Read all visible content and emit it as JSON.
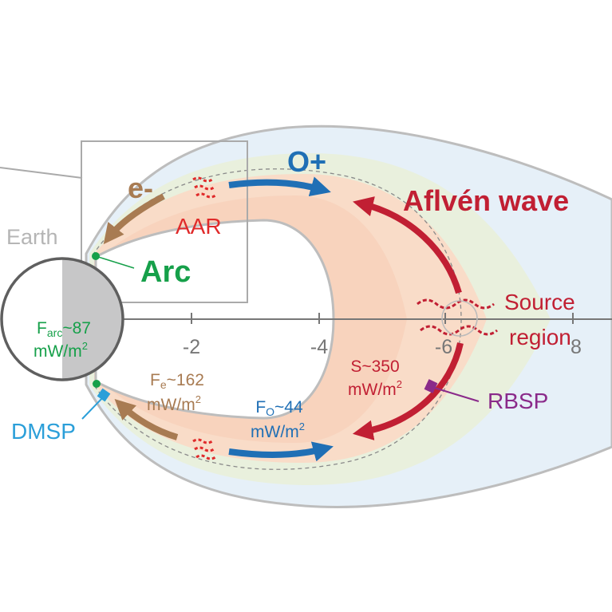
{
  "labels": {
    "earth": "Earth",
    "arc": "Arc",
    "electrons": "e-",
    "oxygen_ion": "O+",
    "aar": "AAR",
    "alfven_wave": "Aflvén wave",
    "source_line1": "Source",
    "source_line2": "region",
    "rbsp": "RBSP",
    "dmsp": "DMSP"
  },
  "axis": {
    "tick_labels": [
      "-2",
      "-4",
      "-6",
      "8"
    ]
  },
  "fluxes": {
    "f_arc": {
      "symbol": "F",
      "subscript": "arc",
      "value": "~87",
      "unit_base": "mW/m",
      "unit_exp": "2"
    },
    "f_e": {
      "symbol": "F",
      "subscript": "e",
      "value": "~162",
      "unit_base": "mW/m",
      "unit_exp": "2"
    },
    "f_o": {
      "symbol": "F",
      "subscript": "O",
      "value": "~44",
      "unit_base": "mW/m",
      "unit_exp": "2"
    },
    "s": {
      "symbol": "S",
      "value": "~350",
      "unit_base": "mW/m",
      "unit_exp": "2"
    }
  },
  "colors": {
    "electron": "#a87b52",
    "oxygen": "#1f6fb5",
    "alfven": "#c11f33",
    "arc": "#16a04a",
    "dmsp": "#2b9fd9",
    "rbsp": "#8a2a8a",
    "earth_label": "#b5b5b5",
    "axis": "#777777",
    "outer_region": "#e6f0f8",
    "green_band": "#e9f0dd",
    "orange_band": "#f9dcc8"
  }
}
